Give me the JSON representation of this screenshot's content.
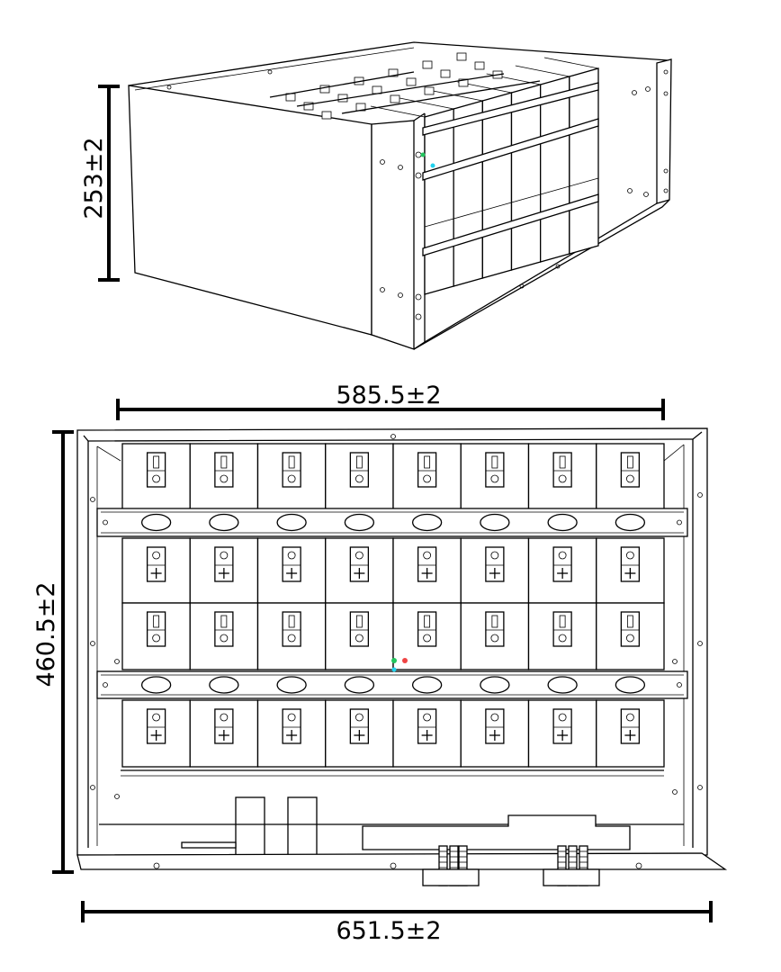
{
  "dimensions": {
    "height": "253±2",
    "inner_width": "585.5±2",
    "depth": "460.5±2",
    "outer_width": "651.5±2"
  },
  "battery_grid": {
    "columns": 8,
    "rows": 4,
    "rows_top_terminal": [
      "negative",
      "positive",
      "negative",
      "positive"
    ]
  },
  "colors": {
    "line": "#000000",
    "background": "#ffffff",
    "marker_green": "#22c55e",
    "marker_red": "#ef4444",
    "marker_cyan": "#22d3ee"
  }
}
